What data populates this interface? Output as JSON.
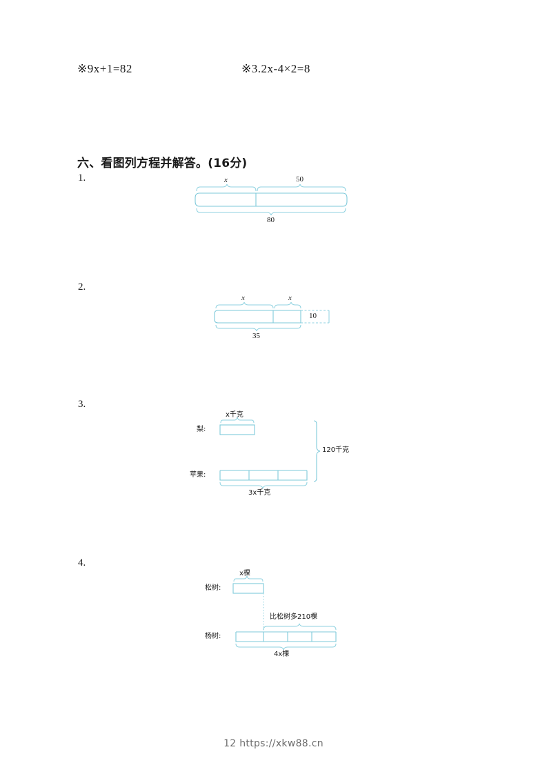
{
  "page": {
    "footer": "12 https://xkw88.cn",
    "line_color": "#7ec9da"
  },
  "equations": [
    {
      "id": "eq-1",
      "text": "※9x+1=82"
    },
    {
      "id": "eq-2",
      "text": "※3.2x-4×2=8"
    }
  ],
  "section": {
    "heading": "六、看图列方程并解答。(16分)"
  },
  "problems": [
    {
      "number": "1.",
      "diagram": {
        "type": "bar-model-two-parts",
        "part_labels": [
          "x",
          "50"
        ],
        "total_label": "80"
      }
    },
    {
      "number": "2.",
      "diagram": {
        "type": "bar-model-two-x-plus-dashed",
        "part_labels": [
          "x",
          "x"
        ],
        "dashed_label": "10",
        "brace_label": "35"
      }
    },
    {
      "number": "3.",
      "diagram": {
        "type": "comparison-bars",
        "row1_name": "梨:",
        "row1_label": "x千克",
        "row2_name": "苹果:",
        "row2_label": "3x千克",
        "row2_segments": 3,
        "total_label": "120千克"
      }
    },
    {
      "number": "4.",
      "diagram": {
        "type": "comparison-bars-difference",
        "row1_name": "松树:",
        "row1_label": "x棵",
        "row2_name": "杨树:",
        "row2_label": "4x棵",
        "row2_segments": 4,
        "difference_label": "比松树多210棵"
      }
    }
  ]
}
